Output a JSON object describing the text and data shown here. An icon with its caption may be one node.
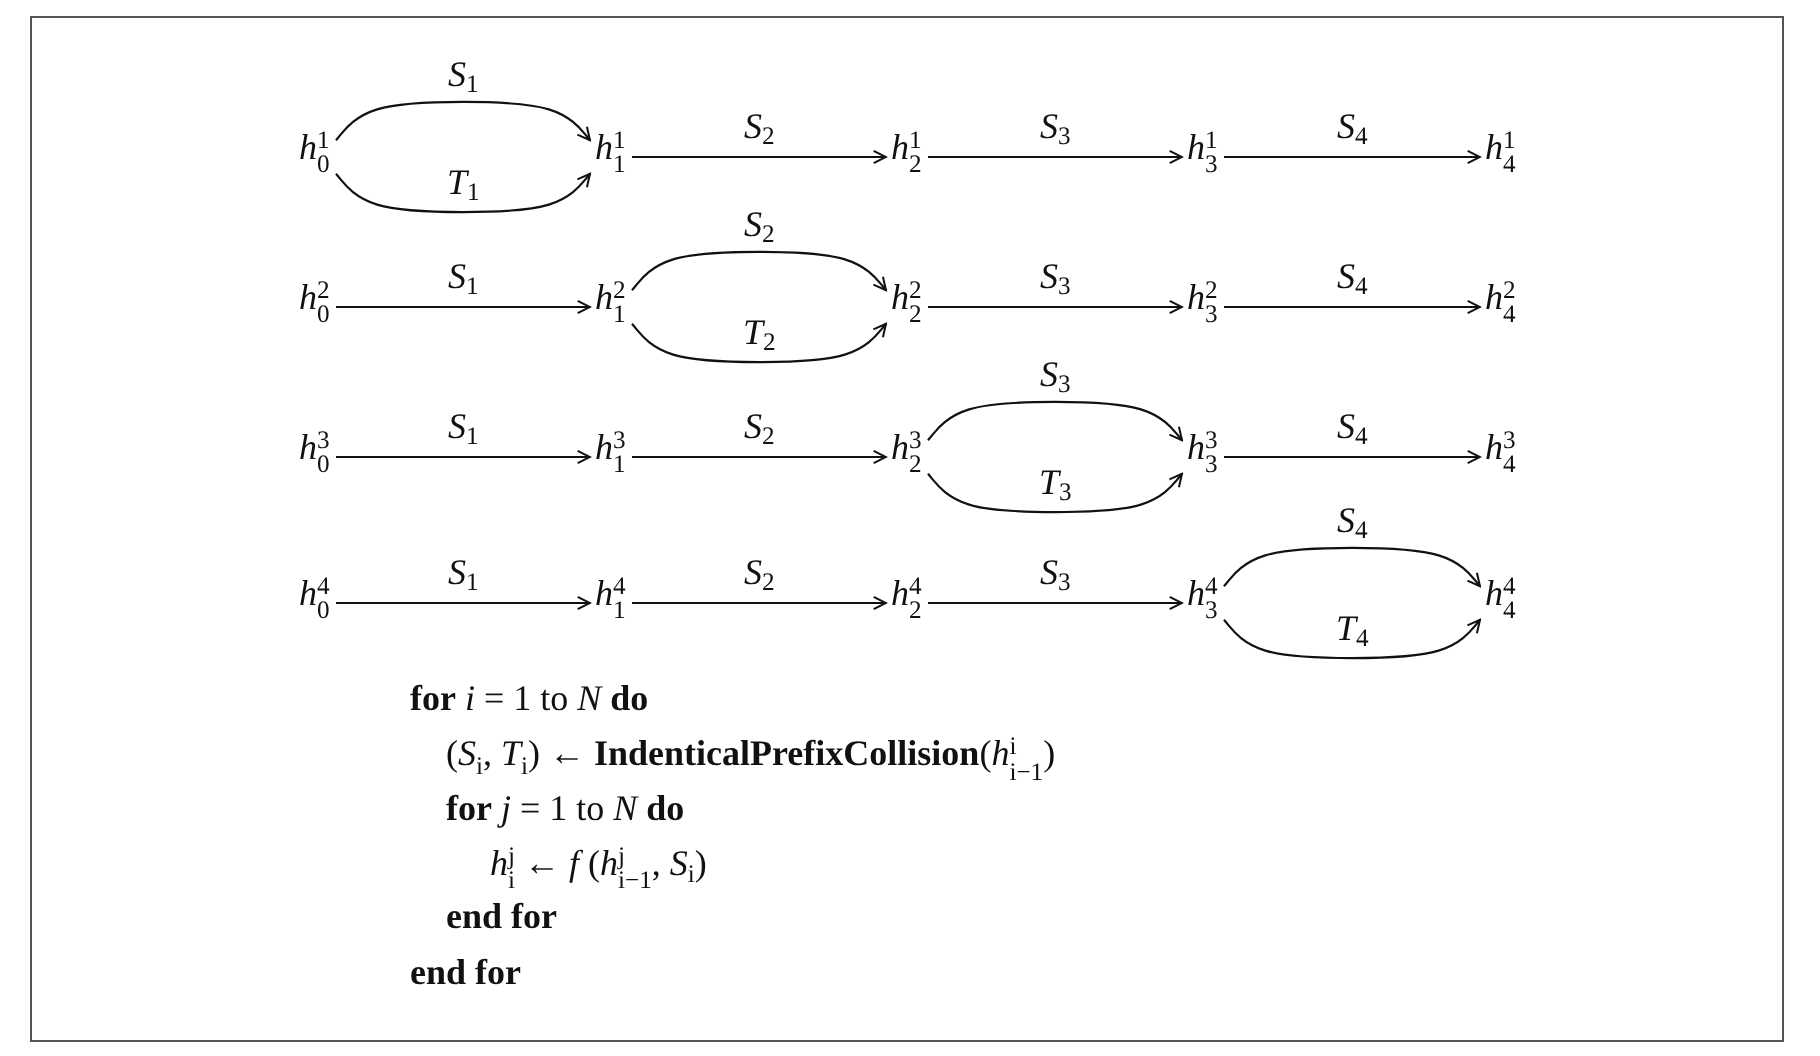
{
  "diagram": {
    "nodes": [
      {
        "text": [
          "*h*$^{1}$$_{0}$"
        ]
      },
      {
        "text": [
          "*h*$^{1}$$_{1}$"
        ]
      },
      {
        "text": [
          "*h*$^{1}$$_{2}$"
        ]
      },
      {
        "text": [
          "*h*$^{1}$$_{3}$"
        ]
      },
      {
        "text": [
          "*h*$^{1}$$_{4}$"
        ]
      },
      {
        "text": [
          "*h*$^{2}$$_{0}$"
        ]
      },
      {
        "text": [
          "*h*$^{2}$$_{1}$"
        ]
      },
      {
        "text": [
          "*h*$^{2}$$_{2}$"
        ]
      },
      {
        "text": [
          "*h*$^{2}$$_{3}$"
        ]
      },
      {
        "text": [
          "*h*$^{2}$$_{4}$"
        ]
      },
      {
        "text": [
          "*h*$^{3}$$_{0}$"
        ]
      },
      {
        "text": [
          "*h*$^{3}$$_{1}$"
        ]
      },
      {
        "text": [
          "*h*$^{3}$$_{2}$"
        ]
      },
      {
        "text": [
          "*h*$^{3}$$_{3}$"
        ]
      },
      {
        "text": [
          "*h*$^{3}$$_{4}$"
        ]
      },
      {
        "text": [
          "*h*$^{4}$$_{0}$"
        ]
      },
      {
        "text": [
          "*h*$^{4}$$_{1}$"
        ]
      },
      {
        "text": [
          "*h*$^{4}$$_{2}$"
        ]
      },
      {
        "text": [
          "*h*$^{4}$$_{3}$"
        ]
      },
      {
        "text": [
          "*h*$^{4}$$_{4}$"
        ]
      }
    ],
    "edges": [
      {
        "from": 0,
        "to": 1,
        "label": "*S*$_{1}$",
        "arrow": "to"
      },
      {
        "from": 0,
        "to": 1,
        "label": "*T*$_{1}$",
        "arrow": "to"
      },
      {
        "from": 1,
        "to": 2,
        "label": "*S*$_{2}$",
        "arrow": "to"
      },
      {
        "from": 2,
        "to": 3,
        "label": "*S*$_{3}$",
        "arrow": "to"
      },
      {
        "from": 3,
        "to": 4,
        "label": "*S*$_{4}$",
        "arrow": "to"
      },
      {
        "from": 5,
        "to": 6,
        "label": "*S*$_{1}$",
        "arrow": "to"
      },
      {
        "from": 6,
        "to": 7,
        "label": "*S*$_{2}$",
        "arrow": "to"
      },
      {
        "from": 6,
        "to": 7,
        "label": "*T*$_{2}$",
        "arrow": "to"
      },
      {
        "from": 7,
        "to": 8,
        "label": "*S*$_{3}$",
        "arrow": "to"
      },
      {
        "from": 8,
        "to": 9,
        "label": "*S*$_{4}$",
        "arrow": "to"
      },
      {
        "from": 10,
        "to": 11,
        "label": "*S*$_{1}$",
        "arrow": "to"
      },
      {
        "from": 11,
        "to": 12,
        "label": "*S*$_{2}$",
        "arrow": "to"
      },
      {
        "from": 12,
        "to": 13,
        "label": "*S*$_{3}$",
        "arrow": "to"
      },
      {
        "from": 12,
        "to": 13,
        "label": "*T*$_{3}$",
        "arrow": "to"
      },
      {
        "from": 13,
        "to": 14,
        "label": "*S*$_{4}$",
        "arrow": "to"
      },
      {
        "from": 15,
        "to": 16,
        "label": "*S*$_{1}$",
        "arrow": "to"
      },
      {
        "from": 16,
        "to": 17,
        "label": "*S*$_{2}$",
        "arrow": "to"
      },
      {
        "from": 17,
        "to": 18,
        "label": "*S*$_{3}$",
        "arrow": "to"
      },
      {
        "from": 18,
        "to": 19,
        "label": "*S*$_{4}$",
        "arrow": "to"
      },
      {
        "from": 18,
        "to": 19,
        "label": "*T*$_{4}$",
        "arrow": "to"
      }
    ],
    "labels": [
      "**for** *i* = 1 to *N* **do**",
      "(*S*$_{i}$, *T*$_{i}$) ← **IndenticalPrefixCollision**(*h*$^{i}$$_{i−1}$)",
      "**for** *j* = 1 to *N* **do**",
      "*h*$^{j}$$_{i}$ ← *f* (*h*$^{j}$$_{i−1}$, *S*$_{i}$)",
      "**end for**",
      "**end for**"
    ]
  }
}
